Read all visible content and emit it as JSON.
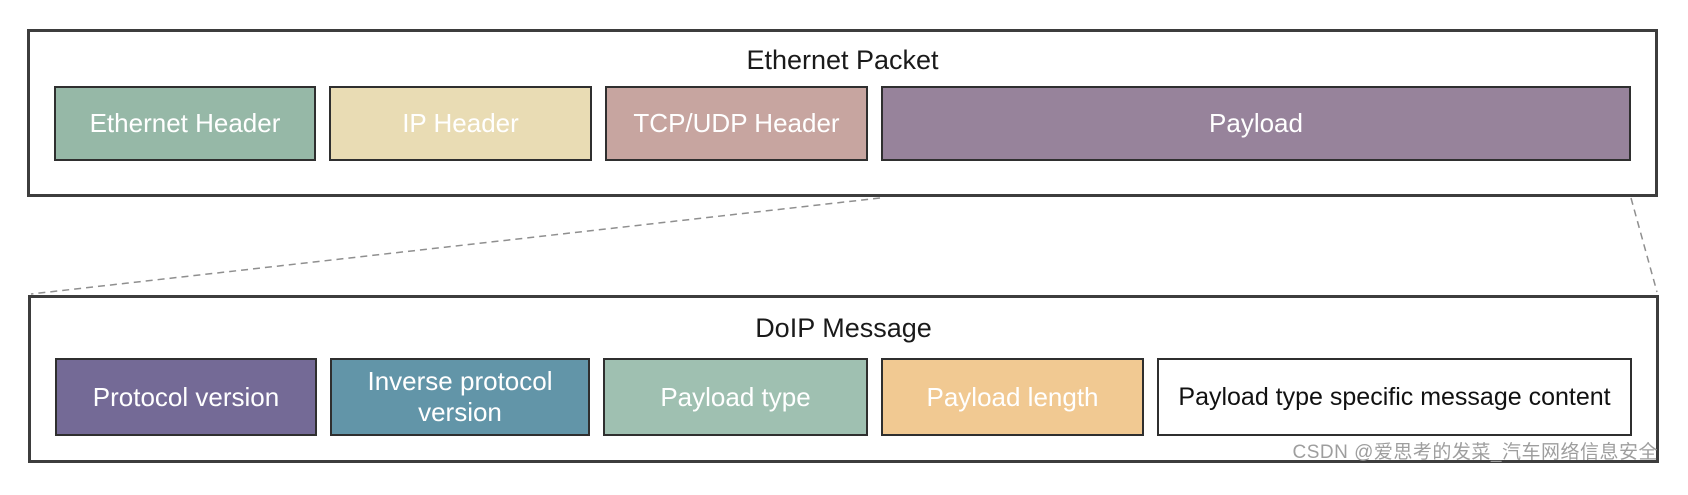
{
  "ethernet_packet": {
    "title": "Ethernet Packet",
    "blocks": [
      {
        "label": "Ethernet Header",
        "fill": "#96b8a7",
        "text_color": "#ffffff"
      },
      {
        "label": "IP Header",
        "fill": "#e9dcb4",
        "text_color": "#ffffff"
      },
      {
        "label": "TCP/UDP Header",
        "fill": "#c7a5a0",
        "text_color": "#ffffff"
      },
      {
        "label": "Payload",
        "fill": "#97839b",
        "text_color": "#ffffff"
      }
    ]
  },
  "doip_message": {
    "title": "DoIP Message",
    "blocks": [
      {
        "label": "Protocol version",
        "fill": "#746a96",
        "text_color": "#ffffff"
      },
      {
        "label": "Inverse protocol version",
        "fill": "#6295a8",
        "text_color": "#ffffff"
      },
      {
        "label": "Payload type",
        "fill": "#9fc0b1",
        "text_color": "#ffffff"
      },
      {
        "label": "Payload length",
        "fill": "#f1c992",
        "text_color": "#ffffff"
      },
      {
        "label": "Payload type specific message content",
        "fill": "#ffffff",
        "text_color": "#111111"
      }
    ]
  },
  "connector": {
    "color": "#8f8f8f"
  },
  "watermark": {
    "text": "CSDN @爱思考的发菜_汽车网络信息安全",
    "color": "#9e9e9e"
  }
}
